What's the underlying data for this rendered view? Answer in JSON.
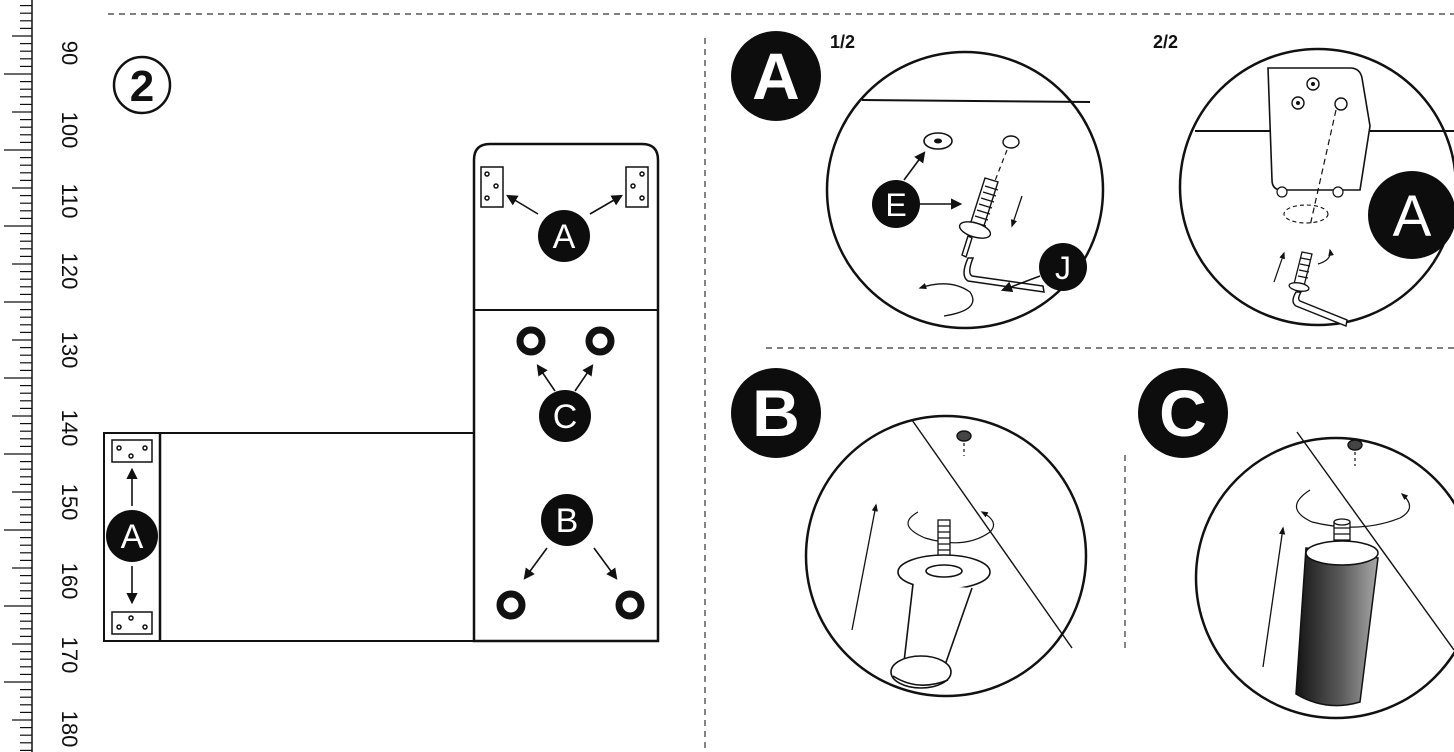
{
  "ruler": {
    "labels": [
      "90",
      "100",
      "110",
      "120",
      "130",
      "140",
      "150",
      "160",
      "170",
      "180"
    ]
  },
  "step": {
    "number": "2"
  },
  "layout_labels": {
    "a_top": "A",
    "a_left": "A",
    "c": "C",
    "b": "B"
  },
  "detail_a": {
    "badge": "A",
    "badge_second": "A",
    "step_one": "1/2",
    "step_two": "2/2",
    "part_e": "E",
    "part_j": "J"
  },
  "detail_b": {
    "badge": "B"
  },
  "detail_c": {
    "badge": "C"
  },
  "colors": {
    "ink": "#111111",
    "badge_fill": "#0d0d0d",
    "badge_text": "#ffffff",
    "leg_dark": "#1a1a1a",
    "leg_light": "#8a8a8a",
    "dash": "#333333"
  }
}
